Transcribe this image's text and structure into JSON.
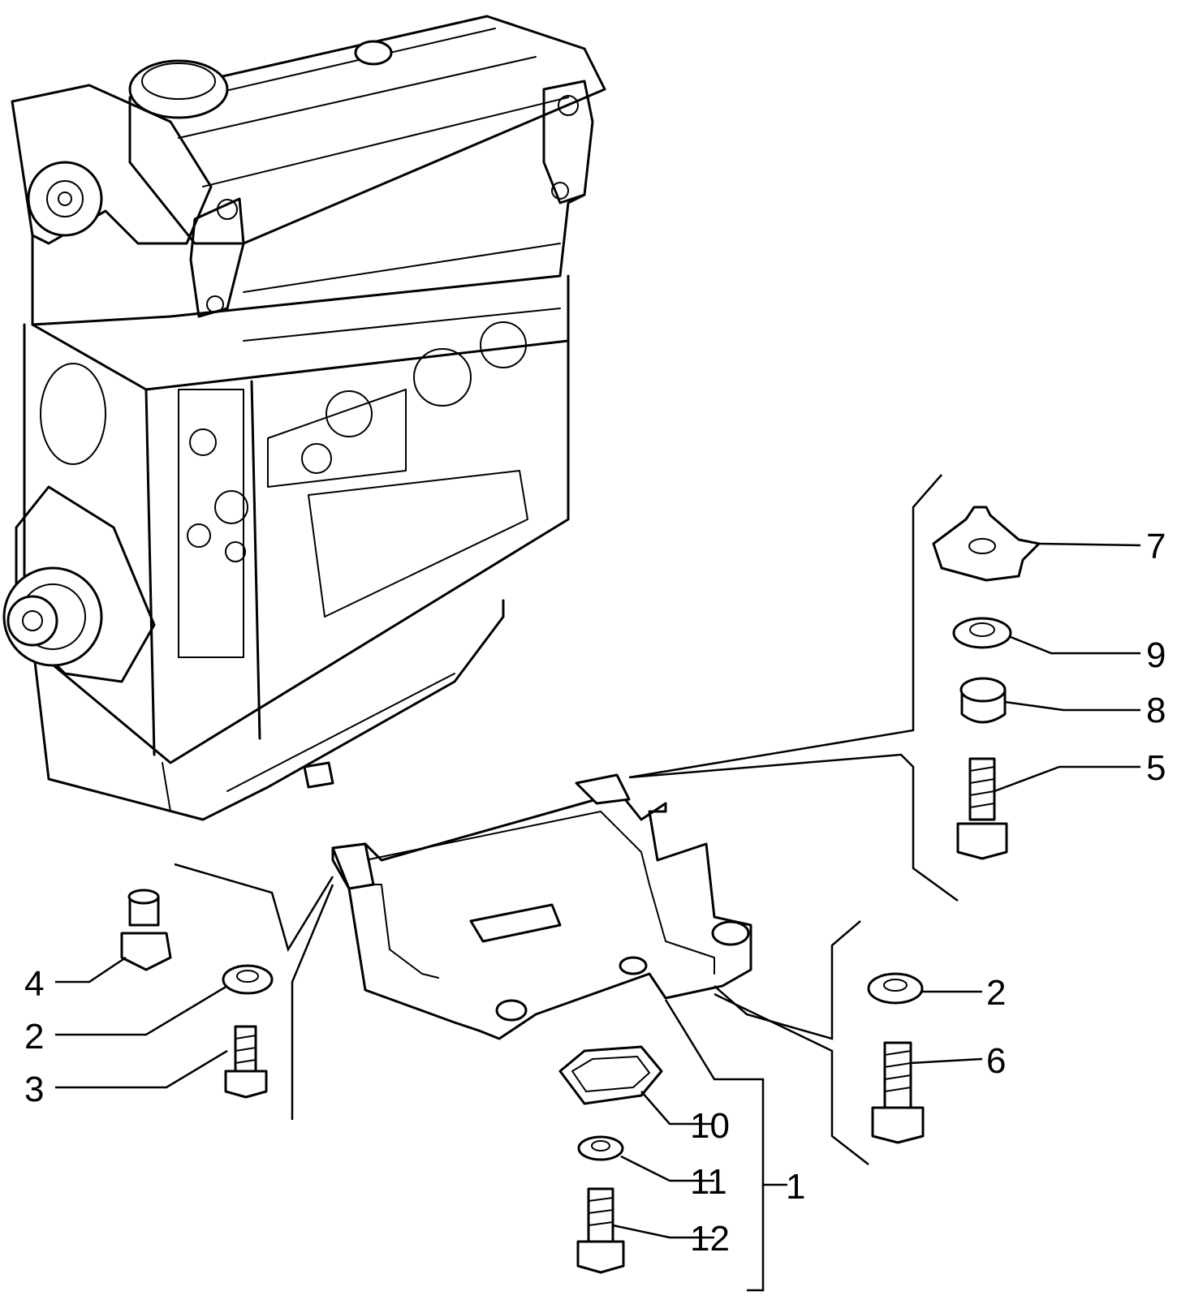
{
  "callouts": [
    {
      "id": "7",
      "label": "7"
    },
    {
      "id": "9",
      "label": "9"
    },
    {
      "id": "8",
      "label": "8"
    },
    {
      "id": "5",
      "label": "5"
    },
    {
      "id": "4",
      "label": "4"
    },
    {
      "id": "2a",
      "label": "2"
    },
    {
      "id": "3",
      "label": "3"
    },
    {
      "id": "2b",
      "label": "2"
    },
    {
      "id": "6",
      "label": "6"
    },
    {
      "id": "10",
      "label": "10"
    },
    {
      "id": "11",
      "label": "11"
    },
    {
      "id": "1",
      "label": "1"
    },
    {
      "id": "12",
      "label": "12"
    }
  ]
}
